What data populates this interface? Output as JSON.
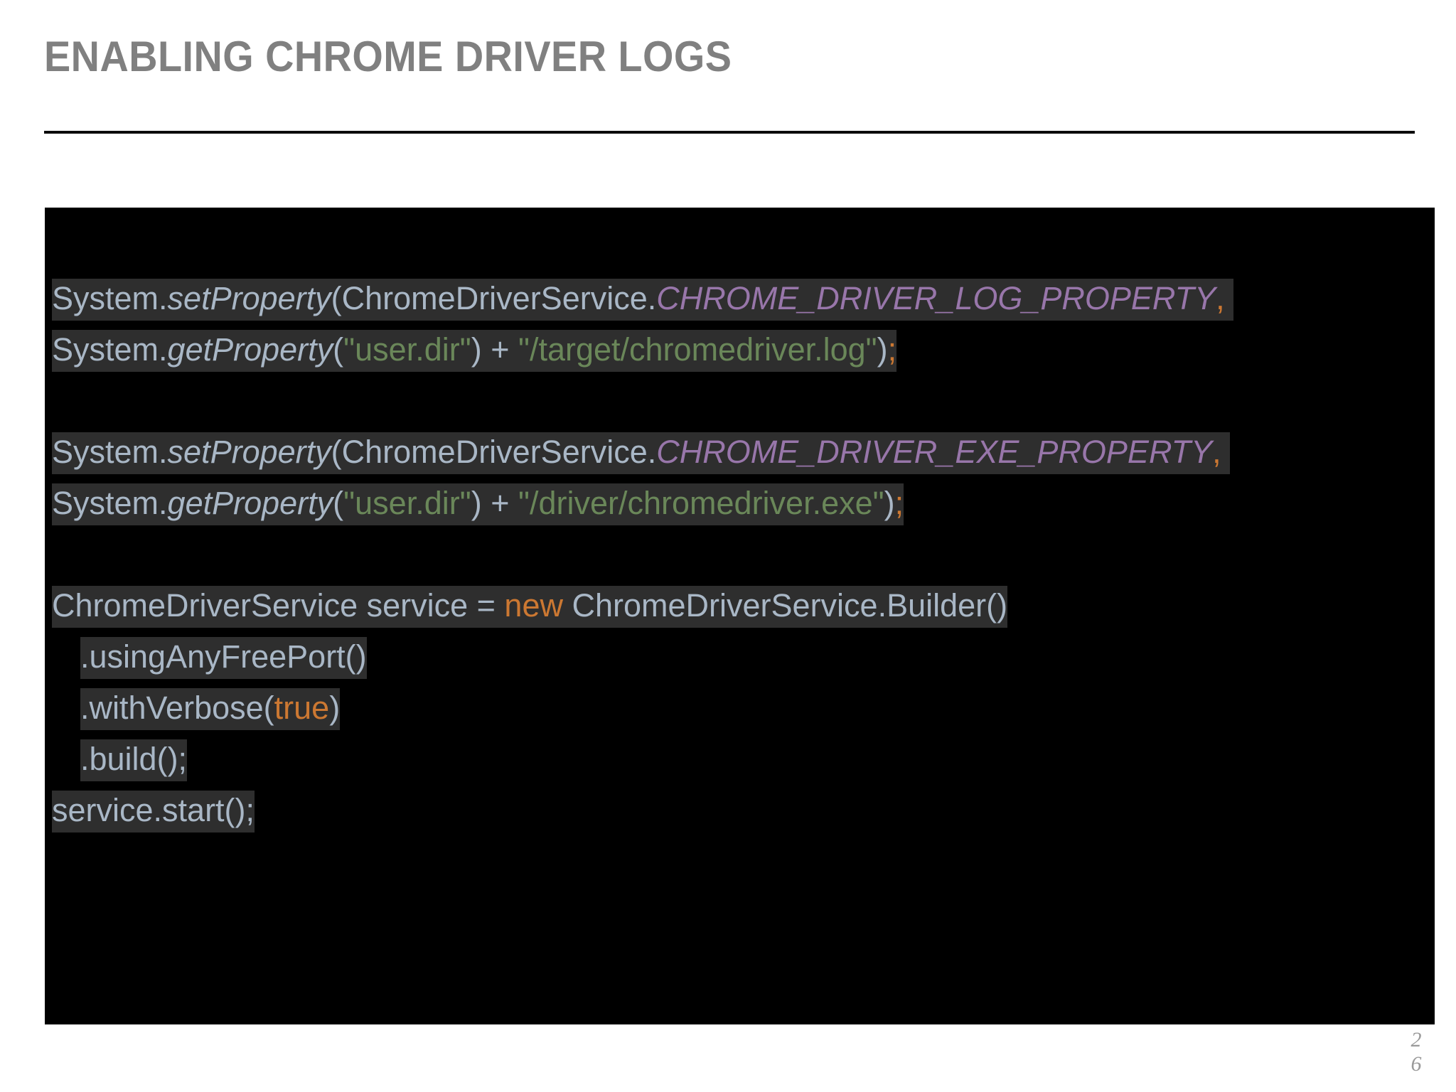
{
  "slide": {
    "title": "ENABLING CHROME DRIVER LOGS",
    "page_number_digits": [
      "2",
      "6"
    ],
    "page_number": "26"
  },
  "theme": {
    "slide_background": "#ffffff",
    "title_color": "#808080",
    "rule_color": "#0b0b0b",
    "code_panel_background": "#000000",
    "code_highlight_background": "#2e2e2e",
    "identifier_color": "#a9b7c6",
    "constant_color": "#9876aa",
    "string_color": "#6a8759",
    "keyword_color": "#cc7832",
    "page_number_color": "#9a9a9a"
  },
  "code": {
    "language": "java",
    "statements": [
      {
        "id": "set-log-property",
        "tokens": [
          {
            "t": "System.",
            "k": "id"
          },
          {
            "t": "setProperty",
            "k": "id-italic"
          },
          {
            "t": "(ChromeDriverService.",
            "k": "id"
          },
          {
            "t": "CHROME_DRIVER_LOG_PROPERTY",
            "k": "constant"
          },
          {
            "t": ",",
            "k": "punct"
          },
          {
            "t": " System.",
            "k": "id"
          },
          {
            "t": "getProperty",
            "k": "id-italic"
          },
          {
            "t": "(",
            "k": "id"
          },
          {
            "t": "\"user.dir\"",
            "k": "string"
          },
          {
            "t": ") + ",
            "k": "id"
          },
          {
            "t": "\"/target/chromedriver.log\"",
            "k": "string"
          },
          {
            "t": ")",
            "k": "id"
          },
          {
            "t": ";",
            "k": "punct"
          }
        ]
      },
      {
        "id": "set-exe-property",
        "tokens": [
          {
            "t": "System.",
            "k": "id"
          },
          {
            "t": "setProperty",
            "k": "id-italic"
          },
          {
            "t": "(ChromeDriverService.",
            "k": "id"
          },
          {
            "t": "CHROME_DRIVER_EXE_PROPERTY",
            "k": "constant"
          },
          {
            "t": ",",
            "k": "punct"
          },
          {
            "t": " System.",
            "k": "id"
          },
          {
            "t": "getProperty",
            "k": "id-italic"
          },
          {
            "t": "(",
            "k": "id"
          },
          {
            "t": "\"user.dir\"",
            "k": "string"
          },
          {
            "t": ") + ",
            "k": "id"
          },
          {
            "t": "\"/driver/chromedriver.exe\"",
            "k": "string"
          },
          {
            "t": ")",
            "k": "id"
          },
          {
            "t": ";",
            "k": "punct"
          }
        ]
      },
      {
        "id": "build-and-start-service",
        "lines": [
          "ChromeDriverService service = new ChromeDriverService.Builder()",
          "   .usingAnyFreePort()",
          "   .withVerbose(true)",
          "   .build();",
          "service.start();"
        ]
      }
    ],
    "rendered_lines": [
      "System.setProperty(ChromeDriverService.CHROME_DRIVER_LOG_P",
      "ROPERTY, System.getProperty(\"user.dir\") +",
      "\"/target/chromedriver.log\");",
      "System.setProperty(ChromeDriverService.CHROME_DRIVER_EXE_P",
      "ROPERTY, System.getProperty(\"user.dir\") +",
      "\"/driver/chromedriver.exe\");",
      "ChromeDriverService service = new ChromeDriverService.Builder()",
      "   .usingAnyFreePort()",
      "   .withVerbose(true)",
      "   .build();",
      "service.start();"
    ],
    "fragments": {
      "system_dot": "System.",
      "set_property": "setProperty",
      "open_chrome_service_dot": "(ChromeDriverService.",
      "const_log": "CHROME_DRIVER_LOG_P",
      "const_log_cont": "ROPERTY",
      "const_exe": "CHROME_DRIVER_EXE_P",
      "const_exe_cont": "ROPERTY",
      "comma": ",",
      "space_system_dot": " System.",
      "get_property": "getProperty",
      "open_paren": "(",
      "user_dir": "\"user.dir\"",
      "close_paren_plus": ") + ",
      "target_log_path": "\"/target/chromedriver.log\"",
      "driver_exe_path": "\"/driver/chromedriver.exe\"",
      "close_paren": ")",
      "semicolon": ";",
      "service_decl": "ChromeDriverService service = ",
      "kw_new": "new",
      "builder_call": " ChromeDriverService.Builder()",
      "using_any_free_port": ".usingAnyFreePort()",
      "with_verbose_open": ".withVerbose(",
      "kw_true": "true",
      "with_verbose_close": ")",
      "build_call": ".build();",
      "service_start": "service.start();"
    }
  }
}
